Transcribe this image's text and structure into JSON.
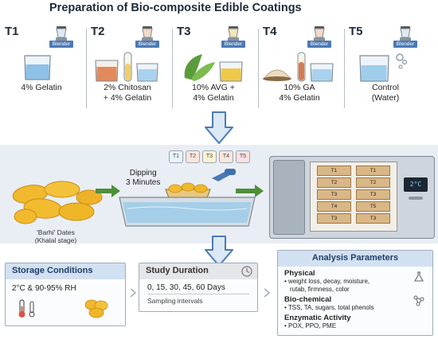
{
  "title": "Preparation of Bio-composite Edible Coatings",
  "blender_label": "Blender",
  "treatments": [
    {
      "id": "T1",
      "lines": [
        "4% Gelatin",
        ""
      ]
    },
    {
      "id": "T2",
      "lines": [
        "2% Chitosan",
        "+ 4% Gelatin"
      ]
    },
    {
      "id": "T3",
      "lines": [
        "10% AVG +",
        "4% Gelatin"
      ]
    },
    {
      "id": "T4",
      "lines": [
        "10% GA",
        "4% Gelatin"
      ]
    },
    {
      "id": "T5",
      "lines": [
        "Control",
        "(Water)"
      ]
    }
  ],
  "process": {
    "dipping_label": "Dipping",
    "dipping_time": "3 Minutes",
    "dates_line1": "'Barhi' Dates",
    "dates_line2": "(Khalal stage)",
    "dip_tags": [
      "T1",
      "T2",
      "T3",
      "T4",
      "T5"
    ],
    "display_temp": "2°C",
    "chamber_rows": [
      [
        "T1",
        "T1"
      ],
      [
        "T2",
        "T2"
      ],
      [
        "T3",
        "T3"
      ],
      [
        "T4",
        "T5"
      ],
      [
        "T3",
        "T3"
      ]
    ]
  },
  "storage": {
    "title": "Storage Conditions",
    "value": "2°C & 90-95% RH"
  },
  "study": {
    "title": "Study Duration",
    "days": "0, 15, 30, 45, 60 Days",
    "note": "Sampling intervals"
  },
  "analysis": {
    "title": "Analysis Parameters",
    "sections": [
      {
        "heading": "Physical",
        "items": [
          "• weight loss, decay, moisture,",
          "rutab, firmness, color"
        ]
      },
      {
        "heading": "Bio-chemical",
        "items": [
          "• TSS, TA, sugars, total phenols"
        ]
      },
      {
        "heading": "Enzymatic Activity",
        "items": [
          "• POX, PPO, PME"
        ]
      }
    ]
  },
  "colors": {
    "accent_blue": "#4c79b5",
    "header_blue": "#d2e1f2",
    "header_gray": "#e4e6e9",
    "arrow_green": "#4f8f3a",
    "date_yellow": "#f0b92e"
  }
}
